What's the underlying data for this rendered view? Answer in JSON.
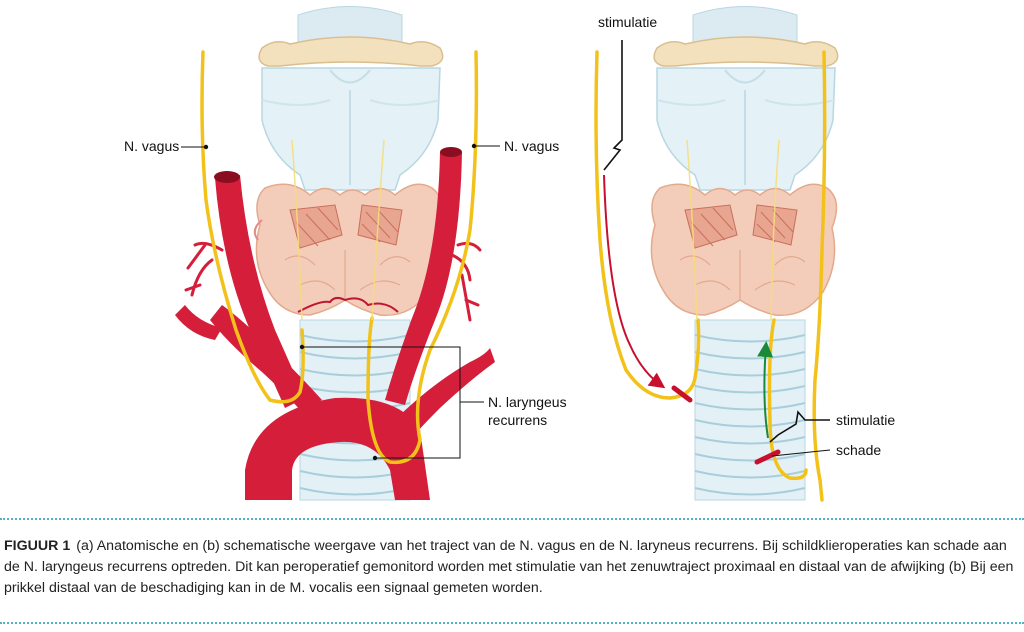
{
  "labels": {
    "left_vagus": "N. vagus",
    "right_vagus": "N. vagus",
    "laryngeus_line1": "N. laryngeus",
    "laryngeus_line2": "recurrens",
    "stimulatie_top": "stimulatie",
    "stimulatie_right": "stimulatie",
    "schade": "schade"
  },
  "caption": {
    "prefix": "FIGUUR 1",
    "text": "(a) Anatomische en (b) schematische weergave van het traject van de N. vagus en de N. laryneus recurrens. Bij schildklieroperaties kan schade aan de N. laryngeus recurrens optreden. Dit kan peroperatief gemonitord worden met stimulatie van het zenuwtraject proximaal en distaal van de afwijking (b) Bij een prikkel distaal van de beschadiging kan in de M. vocalis een signaal gemeten worden."
  },
  "colors": {
    "nerve": "#f2c21a",
    "artery": "#d41e3a",
    "thyroid": "#f3cdb9",
    "cartilage": "#dff0f6",
    "hyoid": "#f3e0bd",
    "stimulus_arrow": "#c8102e",
    "signal_arrow": "#1a8a3a",
    "rule": "#4fb5c8"
  }
}
